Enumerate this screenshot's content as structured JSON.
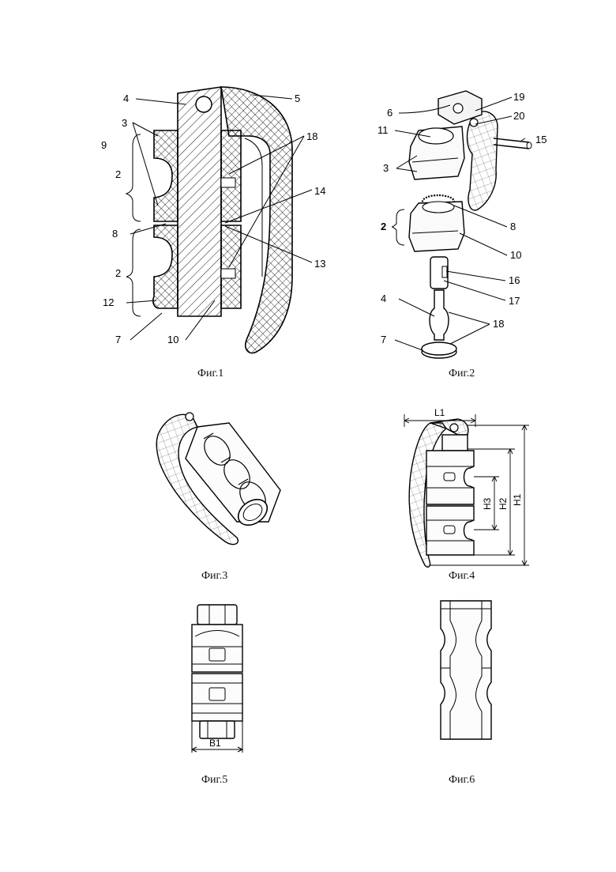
{
  "figures": {
    "fig1": {
      "caption": "Фиг.1",
      "labels": [
        "4",
        "5",
        "3",
        "9",
        "2",
        "18",
        "14",
        "8",
        "13",
        "2",
        "12",
        "7",
        "10"
      ]
    },
    "fig2": {
      "caption": "Фиг.2",
      "labels": [
        "6",
        "19",
        "20",
        "11",
        "15",
        "3",
        "2",
        "8",
        "10",
        "16",
        "17",
        "4",
        "18",
        "7"
      ]
    },
    "fig3": {
      "caption": "Фиг.3"
    },
    "fig4": {
      "caption": "Фиг.4",
      "dimensions": [
        "L1",
        "H3",
        "H2",
        "H1"
      ]
    },
    "fig5": {
      "caption": "Фиг.5",
      "dimensions": [
        "B1"
      ]
    },
    "fig6": {
      "caption": "Фиг.6"
    }
  }
}
